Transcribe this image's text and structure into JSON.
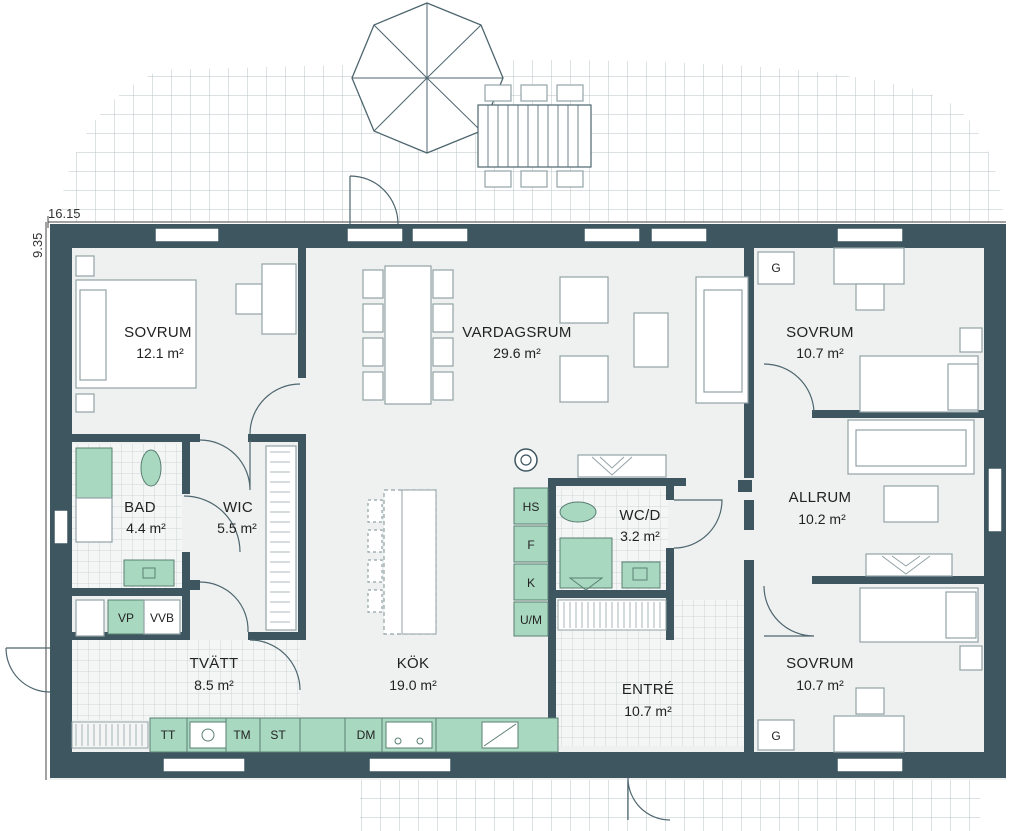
{
  "dimensions": {
    "width": "16.15",
    "depth": "9.35"
  },
  "rooms": {
    "sovrum_nw": {
      "name": "SOVRUM",
      "area": "12.1 m²"
    },
    "vardagsrum": {
      "name": "VARDAGSRUM",
      "area": "29.6 m²"
    },
    "sovrum_ne": {
      "name": "SOVRUM",
      "area": "10.7 m²"
    },
    "bad": {
      "name": "BAD",
      "area": "4.4 m²"
    },
    "wic": {
      "name": "WIC",
      "area": "5.5 m²"
    },
    "wcd": {
      "name": "WC/D",
      "area": "3.2 m²"
    },
    "allrum": {
      "name": "ALLRUM",
      "area": "10.2 m²"
    },
    "tvatt": {
      "name": "TVÄTT",
      "area": "8.5 m²"
    },
    "kok": {
      "name": "KÖK",
      "area": "19.0 m²"
    },
    "entre": {
      "name": "ENTRÉ",
      "area": "10.7 m²"
    },
    "sovrum_se": {
      "name": "SOVRUM",
      "area": "10.7 m²"
    }
  },
  "fixtures": {
    "hall_cabinets": [
      "HS",
      "F",
      "K",
      "U/M"
    ],
    "vp": "VP",
    "vvb": "VVB",
    "tt": "TT",
    "tm": "TM",
    "st": "ST",
    "dm": "DM",
    "g_ne": "G",
    "g_se": "G"
  },
  "colors": {
    "wall": "#3e5660",
    "floor": "#eef1ef",
    "cabinet": "#a8d8c0",
    "furniture_stroke": "#93a2a6"
  }
}
